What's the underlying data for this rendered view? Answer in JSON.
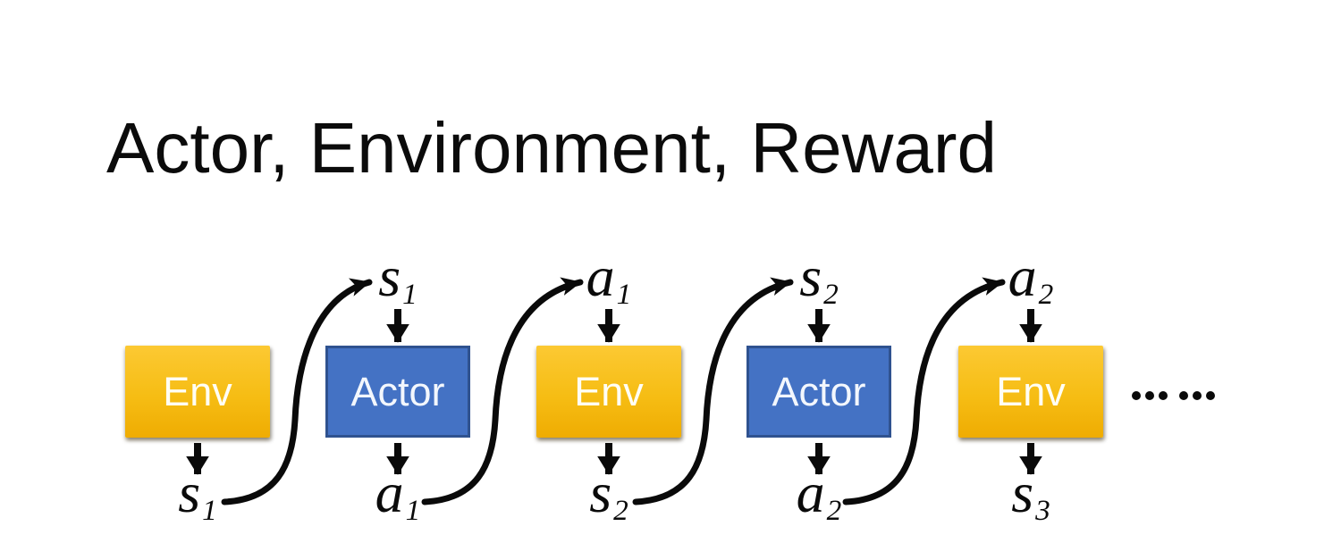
{
  "title": "Actor, Environment, Reward",
  "colors": {
    "background": "#ffffff",
    "title_text": "#0b0b0b",
    "env_fill_top": "#FCC933",
    "env_fill_bottom": "#EFAC02",
    "env_text": "#FFFEF5",
    "actor_fill": "#4472C4",
    "actor_border": "#2F528F",
    "actor_text": "#F3F7FD",
    "arrow": "#0a0a0a",
    "label_text": "#0a0a0a"
  },
  "sequence": [
    {
      "box": "Env",
      "kind": "env",
      "input": null,
      "output": {
        "base": "s",
        "sub": "1"
      }
    },
    {
      "box": "Actor",
      "kind": "actor",
      "input": {
        "base": "s",
        "sub": "1"
      },
      "output": {
        "base": "a",
        "sub": "1"
      }
    },
    {
      "box": "Env",
      "kind": "env",
      "input": {
        "base": "a",
        "sub": "1"
      },
      "output": {
        "base": "s",
        "sub": "2"
      }
    },
    {
      "box": "Actor",
      "kind": "actor",
      "input": {
        "base": "s",
        "sub": "2"
      },
      "output": {
        "base": "a",
        "sub": "2"
      }
    },
    {
      "box": "Env",
      "kind": "env",
      "input": {
        "base": "a",
        "sub": "2"
      },
      "output": {
        "base": "s",
        "sub": "3"
      }
    }
  ],
  "ellipsis": "……"
}
